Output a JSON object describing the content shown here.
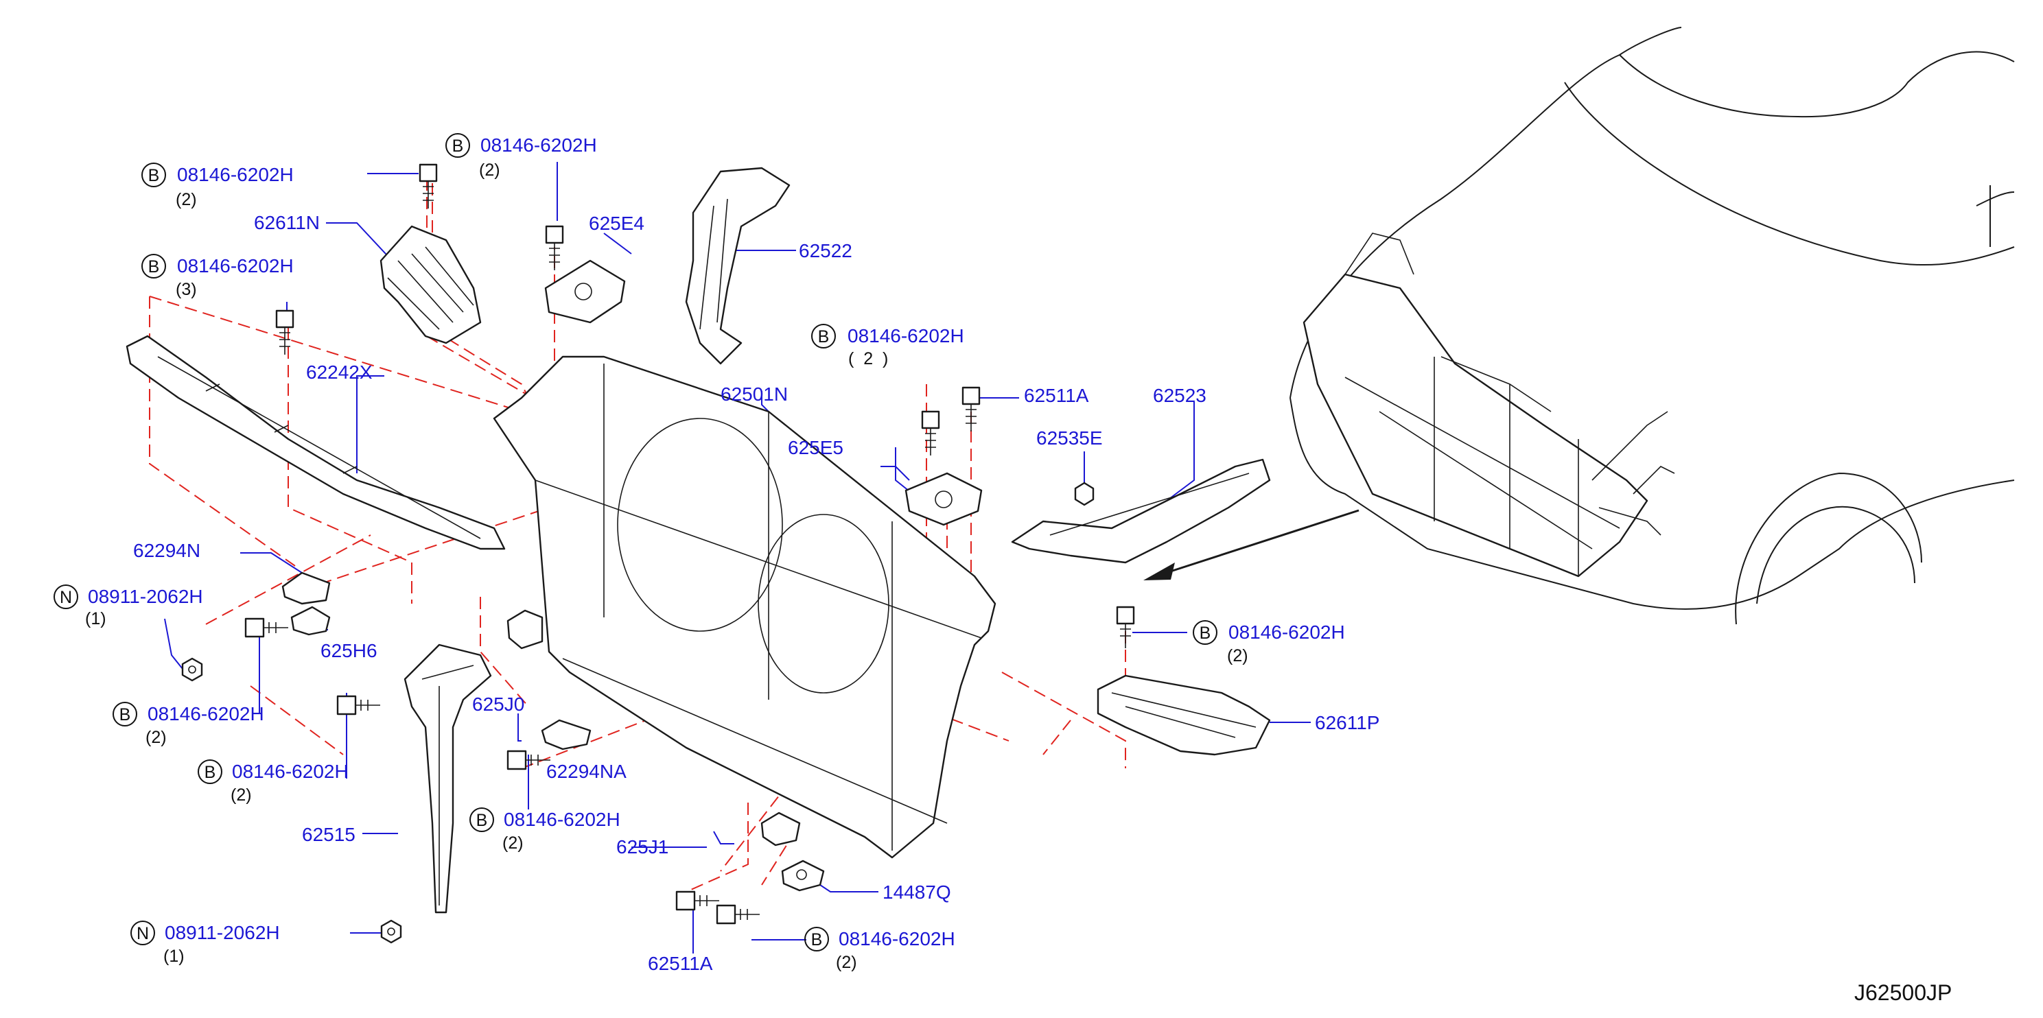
{
  "diagram_ref": "J62500JP",
  "colors": {
    "label": "#1b17d4",
    "dash": "#e0241f",
    "line": "#1a1a1a"
  },
  "callouts": {
    "c_62611N": "62611N",
    "c_62242X": "62242X",
    "c_62294N": "62294N",
    "c_625H6": "625H6",
    "c_625J0": "625J0",
    "c_62294NA": "62294NA",
    "c_62515": "62515",
    "c_625E4": "625E4",
    "c_62522": "62522",
    "c_62501N": "62501N",
    "c_625E5": "625E5",
    "c_62511A_top": "62511A",
    "c_62523": "62523",
    "c_62535E": "62535E",
    "c_62611P": "62611P",
    "c_625J1": "625J1",
    "c_14487Q": "14487Q",
    "c_62511A_bottom": "62511A"
  },
  "fasteners": {
    "f1": {
      "prefix": "B",
      "part": "08146-6202H",
      "qty": "(2)"
    },
    "f2": {
      "prefix": "B",
      "part": "08146-6202H",
      "qty": "(2)"
    },
    "f3": {
      "prefix": "B",
      "part": "08146-6202H",
      "qty": "(3)"
    },
    "f4": {
      "prefix": "B",
      "part": "08146-6202H",
      "qty": "(  2  )"
    },
    "f5": {
      "prefix": "N",
      "part": "08911-2062H",
      "qty": "(1)"
    },
    "f6": {
      "prefix": "B",
      "part": "08146-6202H",
      "qty": "(2)"
    },
    "f7": {
      "prefix": "B",
      "part": "08146-6202H",
      "qty": "(2)"
    },
    "f8": {
      "prefix": "B",
      "part": "08146-6202H",
      "qty": "(2)"
    },
    "f9": {
      "prefix": "B",
      "part": "08146-6202H",
      "qty": "(2)"
    },
    "f10": {
      "prefix": "N",
      "part": "08911-2062H",
      "qty": "(1)"
    },
    "f11": {
      "prefix": "B",
      "part": "08146-6202H",
      "qty": "(2)"
    }
  }
}
